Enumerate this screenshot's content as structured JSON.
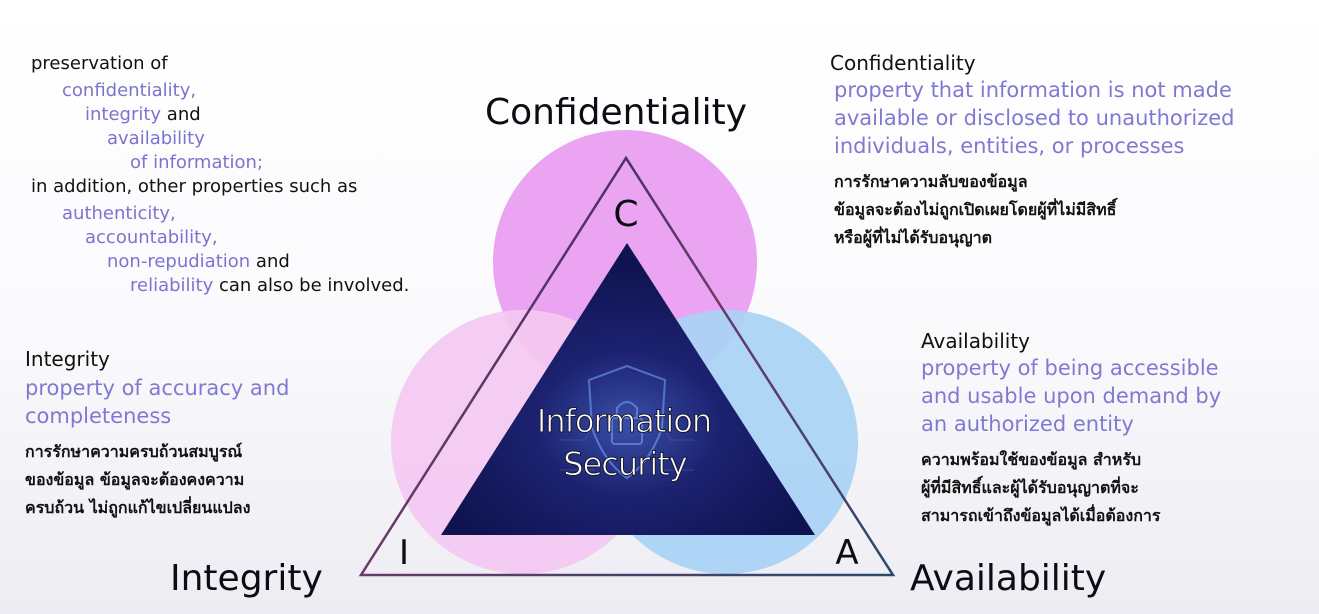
{
  "definition": {
    "line1": "preservation of",
    "line2": "confidentiality,",
    "line3_a": "integrity",
    "line3_b": " and",
    "line4": "availability",
    "line5": "of information;",
    "line6": "in addition, other properties such as",
    "line7": "authenticity,",
    "line8": "accountability,",
    "line9_a": "non-repudiation",
    "line9_b": " and",
    "line10_a": "reliability",
    "line10_b": " can also be involved."
  },
  "confidentiality_box": {
    "heading": "Confidentiality",
    "definition_lines": [
      "property that information is not made",
      "available or disclosed to unauthorized",
      "individuals, entities, or processes"
    ],
    "thai_lines": [
      "การรักษาความลับของข้อมูล",
      "ข้อมูลจะต้องไม่ถูกเปิดเผยโดยผู้ที่ไม่มีสิทธิ์",
      "หรือผู้ที่ไม่ได้รับอนุญาต"
    ]
  },
  "integrity_box": {
    "heading": "Integrity",
    "definition_lines": [
      "property of accuracy and",
      "completeness"
    ],
    "thai_lines": [
      "การรักษาความครบถ้วนสมบูรณ์",
      "ของข้อมูล ข้อมูลจะต้องคงความ",
      "ครบถ้วน ไม่ถูกแก้ไขเปลี่ยนแปลง"
    ]
  },
  "availability_box": {
    "heading": "Availability",
    "definition_lines": [
      "property of being accessible",
      "and usable upon demand by",
      "an authorized entity"
    ],
    "thai_lines": [
      "ความพร้อมใช้ของข้อมูล สำหรับ",
      "ผู้ที่มีสิทธิ์และผู้ได้รับอนุญาตที่จะ",
      "สามารถเข้าถึงข้อมูลได้เมื่อต้องการ"
    ]
  },
  "diagram": {
    "top_label": "Confidentiality",
    "left_label": "Integrity",
    "right_label": "Availability",
    "corner_c": "C",
    "corner_i": "I",
    "corner_a": "A",
    "center_line1": "Information",
    "center_line2": "Security",
    "colors": {
      "confidentiality_circle": "#e89cf0",
      "integrity_circle": "#f3c6f0",
      "availability_circle": "#a9d2f5",
      "center_triangle": "#151a5e",
      "accent_text": "#7b74cf"
    }
  }
}
